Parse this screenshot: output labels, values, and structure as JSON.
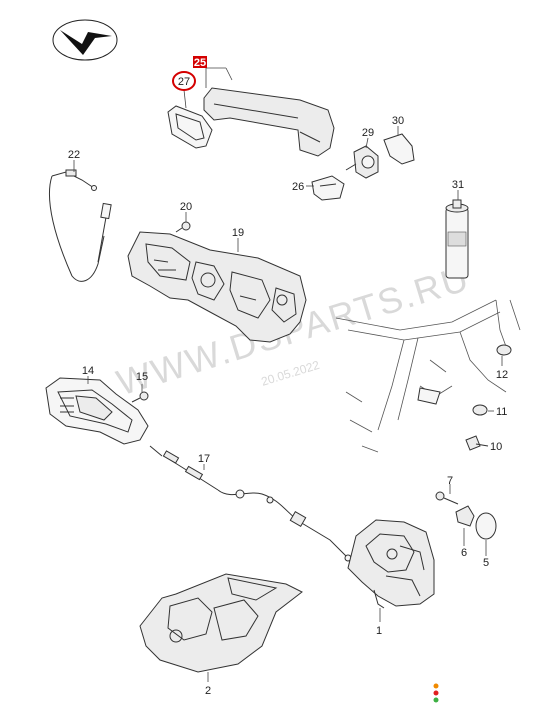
{
  "callouts": {
    "c1": "1",
    "c2": "2",
    "c5": "5",
    "c6": "6",
    "c7": "7",
    "c10": "10",
    "c11": "11",
    "c12": "12",
    "c14": "14",
    "c15": "15",
    "c17": "17",
    "c19": "19",
    "c20": "20",
    "c22": "22",
    "c25": "25",
    "c26": "26",
    "c27": "27",
    "c29": "29",
    "c30": "30",
    "c31": "31"
  },
  "watermark": {
    "site": "WWW.DSPARTS.RU",
    "date": "20.05.2022"
  },
  "colors": {
    "highlight_red": "#d40000",
    "dot_orange": "#f08a00",
    "dot_red": "#e02020",
    "dot_green": "#3cb043"
  }
}
